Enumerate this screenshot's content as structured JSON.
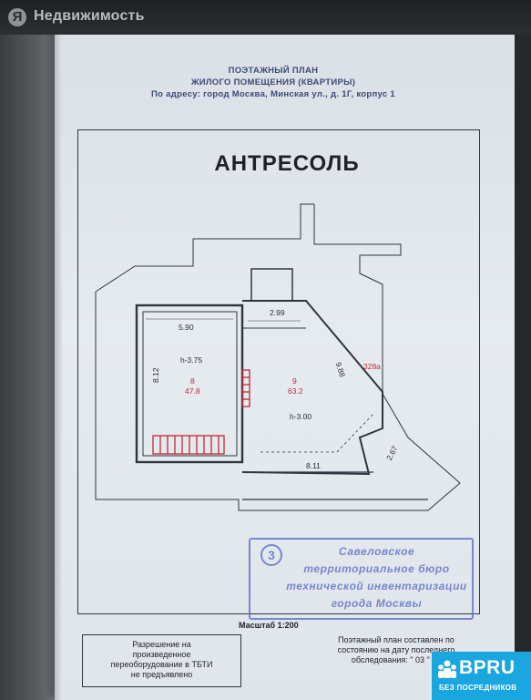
{
  "app_bar": {
    "logo_letter": "Я",
    "title": "Недвижимость"
  },
  "header": {
    "line1": "ПОЭТАЖНЫЙ ПЛАН",
    "line2": "ЖИЛОГО ПОМЕЩЕНИЯ (КВАРТИРЫ)",
    "line3": "По адресу: город Москва, Минская ул., д. 1Г, корпус 1"
  },
  "plan": {
    "title": "АНТРЕСОЛЬ",
    "dims": {
      "room8_width": "5.90",
      "room8_height_side": "8.12",
      "room9_top": "2.99",
      "room9_diag": "9.88",
      "room9_bottom": "8.11",
      "room9_corner": "2.67"
    },
    "rooms": [
      {
        "ceiling": "h-3.75",
        "number": "8",
        "area": "47.8"
      },
      {
        "ceiling": "h-3.00",
        "number": "9",
        "area": "63.2"
      }
    ],
    "outer_area": "328а"
  },
  "stamp": {
    "number": "3",
    "lines": [
      "Савеловское",
      "территориальное бюро",
      "технической инвентаризации",
      "города Москвы"
    ]
  },
  "scale": "Масштаб 1:200",
  "permit": {
    "lines": [
      "Разрешение на",
      "произведенное",
      "переоборудование в ТБТИ",
      "не предъявлено"
    ]
  },
  "note": {
    "lines": [
      "Поэтажный план составлен по",
      "состоянию на дату последнего",
      "обследования: \" 03 \" но"
    ]
  },
  "badge": {
    "title": "BPRU",
    "subtitle": "БЕЗ ПОСРЕДНИКОВ"
  },
  "colors": {
    "paper": "#e2e7ec",
    "ink": "#1e2228",
    "header_ink": "#3d4a77",
    "red_mark": "#c0283a",
    "stamp": "#5d6fc7",
    "badge": "#1aa6df"
  }
}
